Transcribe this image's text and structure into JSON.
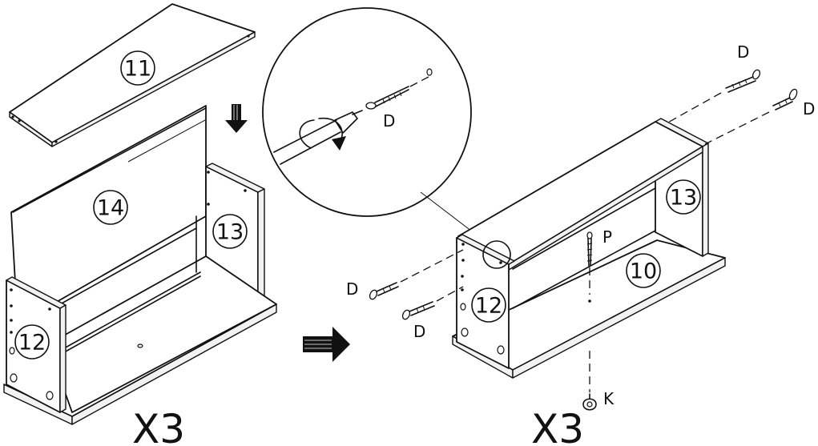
{
  "parts": {
    "p11": "11",
    "p14": "14",
    "p13a": "13",
    "p12a": "12",
    "p13b": "13",
    "p10": "10",
    "p12b": "12"
  },
  "hardware": {
    "d_detail": "D",
    "d_top1": "D",
    "d_top2": "D",
    "d_left1": "D",
    "d_left2": "D",
    "p": "P",
    "k": "K"
  },
  "multipliers": {
    "left": "X3",
    "right": "X3"
  }
}
